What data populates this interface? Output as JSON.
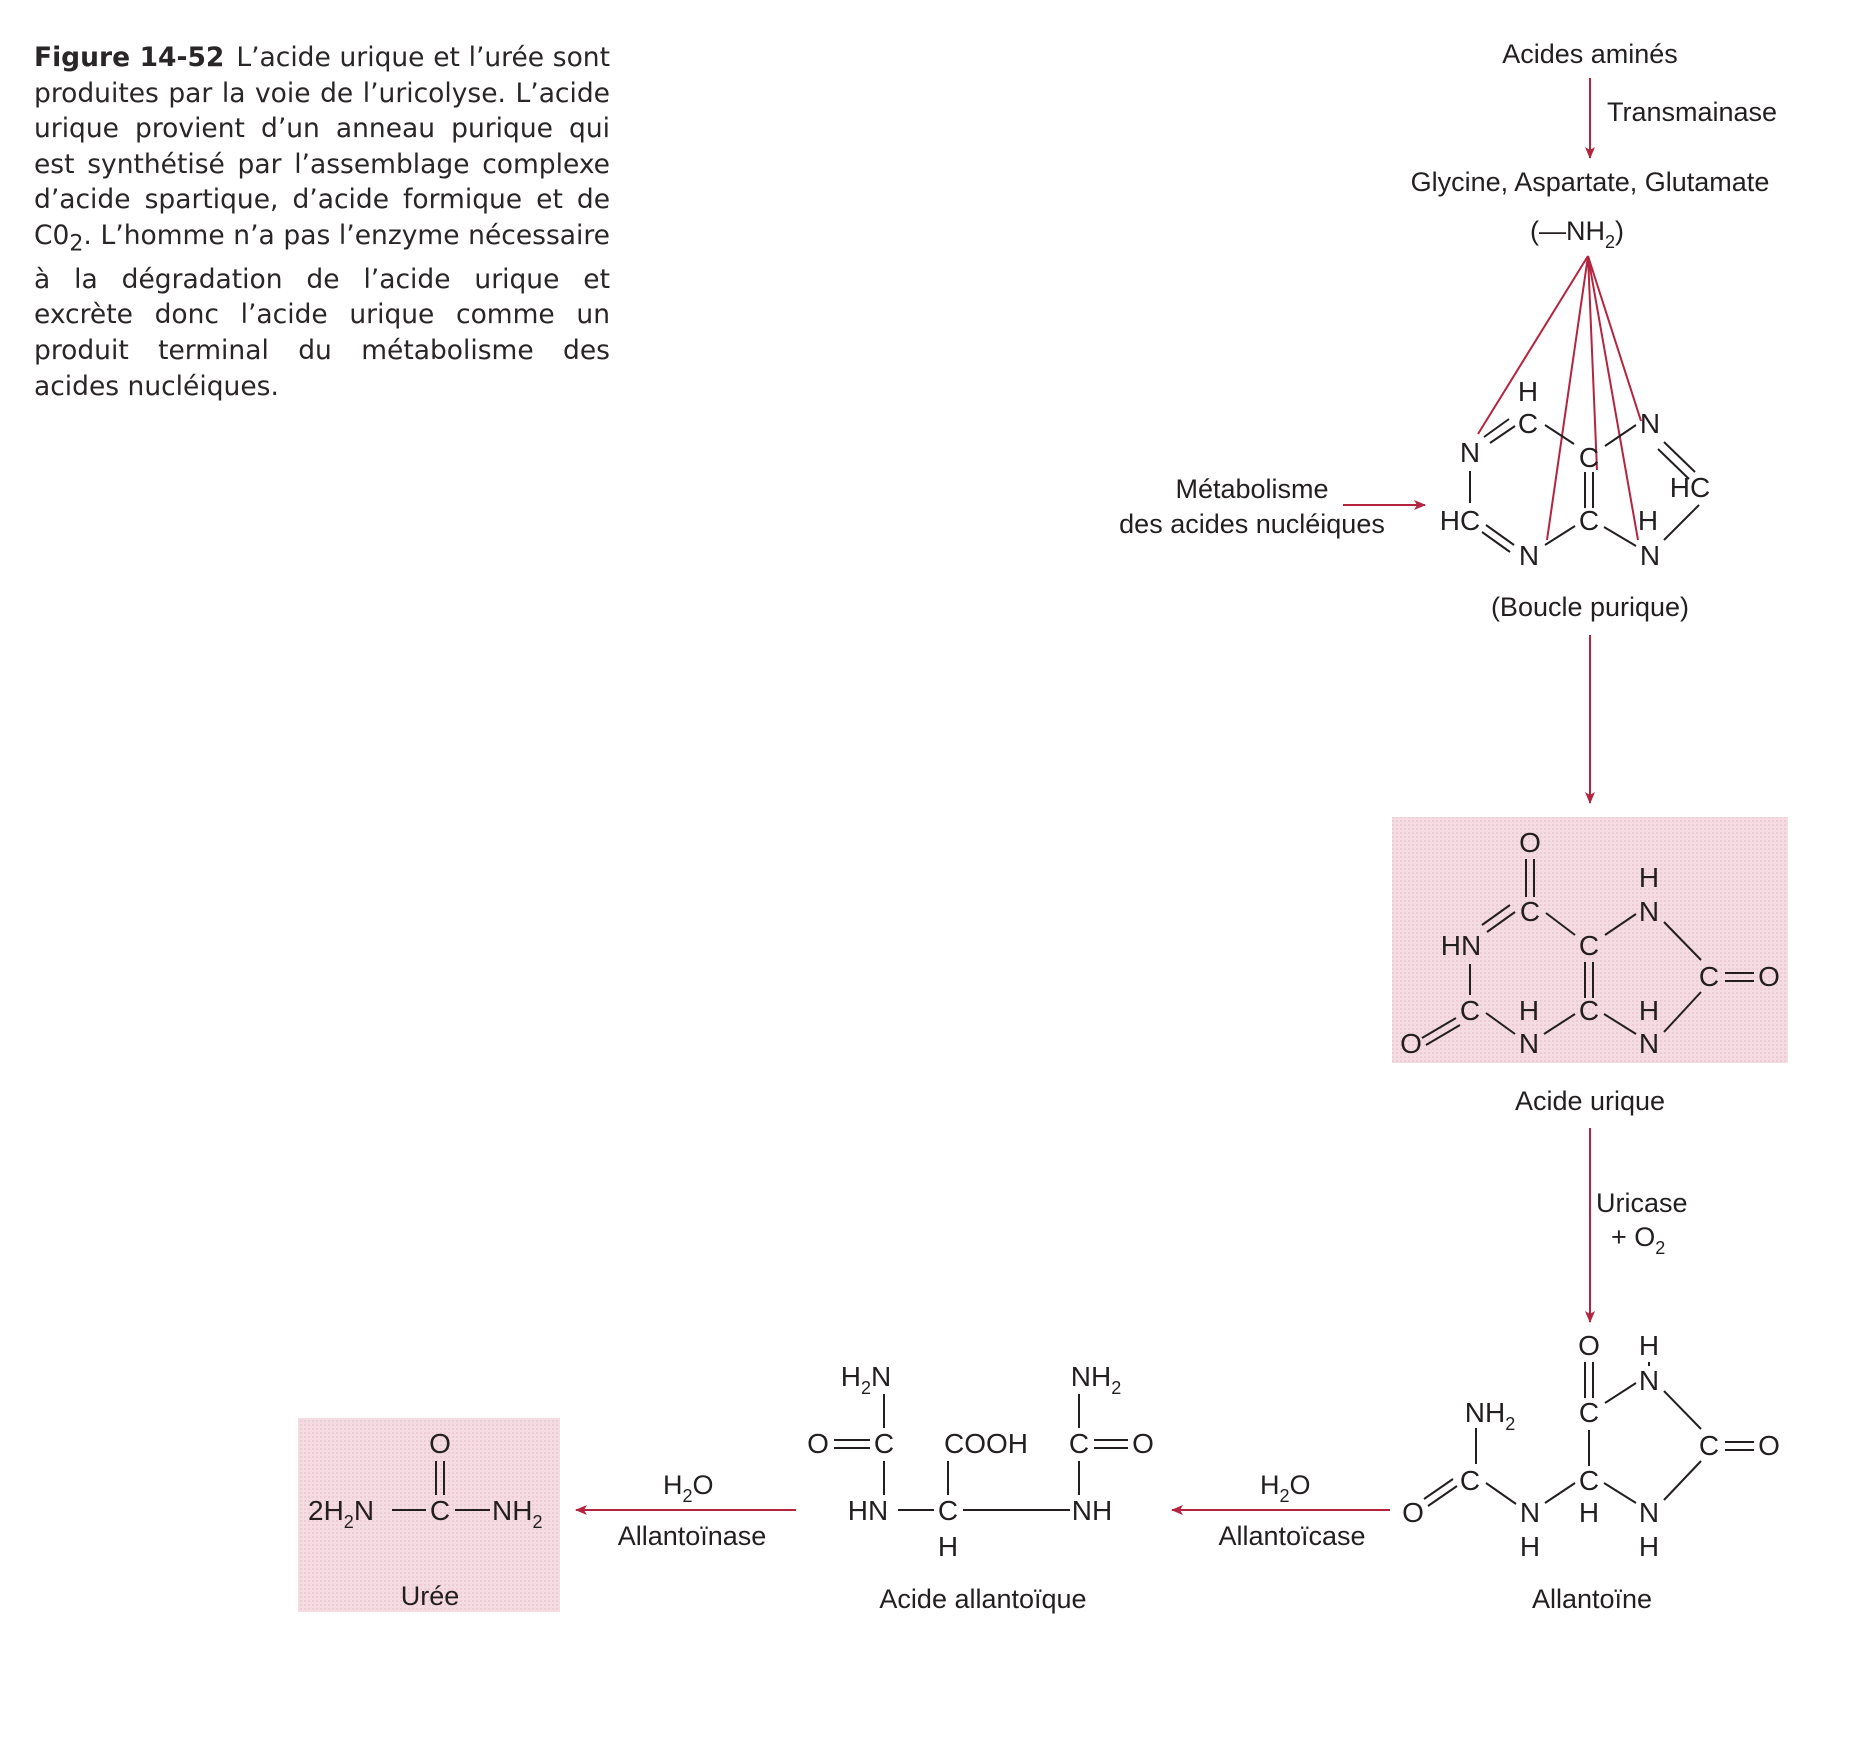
{
  "caption": {
    "figure_label": "Figure 14-52",
    "text_before_sub": "L’acide urique et l’urée sont produites par la voie de l’uricolyse. L’acide urique provient d’un anneau purique qui est synthétisé par l’assemblage complexe d’acide spartique, d’acide formique et de C0",
    "subscript": "2",
    "text_after_sub": ". L’homme n’a pas l’enzyme nécessaire à la dégradation de l’acide urique et excrète donc l’acide urique comme un produit terminal du métabolisme des acides nucléiques."
  },
  "pathway": {
    "acides_amines": "Acides aminés",
    "transaminase": "Transmainase",
    "amino_sources": "Glycine, Aspartate, Glutamate",
    "amine_group": "(—NH",
    "metabolisme_line1": "Métabolisme",
    "metabolisme_line2": "des acides nucléiques",
    "boucle_purique": "(Boucle purique)",
    "acide_urique": "Acide urique",
    "uricase": "Uricase",
    "plus_o2": "+ O",
    "allantoine": "Allantoïne",
    "water": "H",
    "allantoicase": "Allantoïcase",
    "acide_allantoique": "Acide allantoïque",
    "allantoinase": "Allantoïnase",
    "uree": "Urée"
  },
  "atoms": {
    "H": "H",
    "C": "C",
    "N": "N",
    "O": "O",
    "HC": "HC",
    "HN": "HN",
    "NH": "NH",
    "NH2": "NH",
    "H2N": "H",
    "COOH": "COOH",
    "urea_left": "2H",
    "sub2": "2"
  },
  "colors": {
    "arrow": "#b4243f",
    "highlight_box": "#f4dce2",
    "text": "#231f20"
  }
}
